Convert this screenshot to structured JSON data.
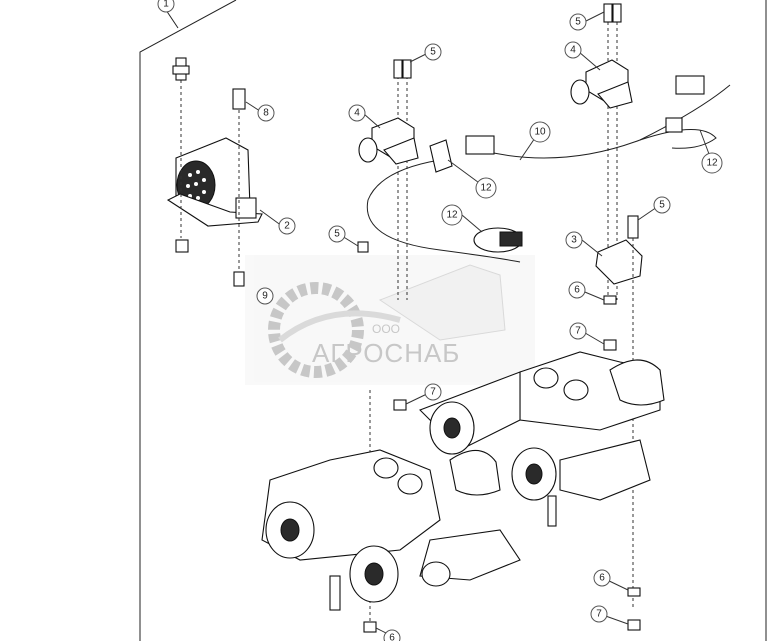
{
  "callouts": [
    {
      "id": "c1",
      "label": "1"
    },
    {
      "id": "c2",
      "label": "2"
    },
    {
      "id": "c3",
      "label": "3"
    },
    {
      "id": "c4a",
      "label": "4"
    },
    {
      "id": "c4b",
      "label": "4"
    },
    {
      "id": "c5a",
      "label": "5"
    },
    {
      "id": "c5b",
      "label": "5"
    },
    {
      "id": "c5c",
      "label": "5"
    },
    {
      "id": "c5d",
      "label": "5"
    },
    {
      "id": "c6a",
      "label": "6"
    },
    {
      "id": "c6b",
      "label": "6"
    },
    {
      "id": "c6c",
      "label": "6"
    },
    {
      "id": "c7a",
      "label": "7"
    },
    {
      "id": "c7b",
      "label": "7"
    },
    {
      "id": "c7c",
      "label": "7"
    },
    {
      "id": "c8",
      "label": "8"
    },
    {
      "id": "c9",
      "label": "9"
    },
    {
      "id": "c10",
      "label": "10"
    },
    {
      "id": "c12a",
      "label": "12"
    },
    {
      "id": "c12b",
      "label": "12"
    },
    {
      "id": "c12c",
      "label": "12"
    }
  ],
  "watermark": {
    "prefix": "ООО",
    "name": "АГРОСНАБ"
  }
}
